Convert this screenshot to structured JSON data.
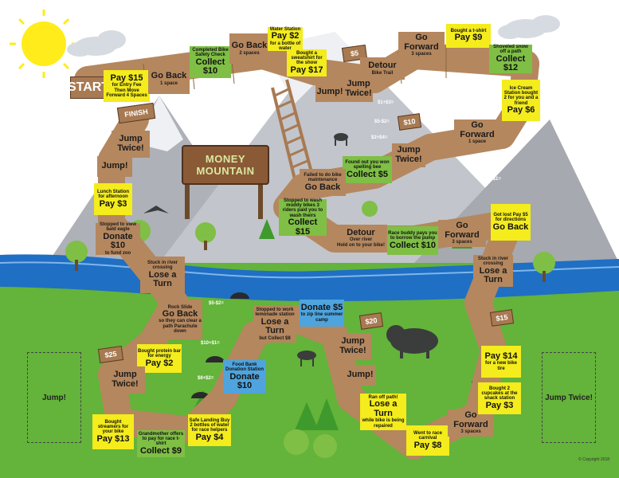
{
  "board": {
    "title_line1": "MONEY",
    "title_line2": "MOUNTAIN",
    "start_label": "START",
    "finish_label": "FINISH",
    "copyright": "© Copyright 2018",
    "jump_box_left": "Jump!",
    "jump_box_right": "Jump Twice!"
  },
  "signs": {
    "s5": "$5",
    "s10": "$10",
    "s20": "$20",
    "s15": "$15",
    "s25": "$25"
  },
  "spaces": {
    "pay15": {
      "big": "Pay $15",
      "small1": "for Entry Fee",
      "small2": "Then Move Forward 4 Spaces"
    },
    "go_back_1": {
      "big": "Go Back",
      "small1": "1 space"
    },
    "bike_check": {
      "small1": "Completed Bike Safety Check",
      "big": "Collect $10"
    },
    "go_back_2": {
      "big": "Go Back",
      "small1": "2 spaces"
    },
    "water_station": {
      "small1": "Water Station",
      "big": "Pay $2",
      "small2": "for a bottle of water"
    },
    "sweatshirt": {
      "small1": "Bought a sweatshirt for the show",
      "big": "Pay $17"
    },
    "jump_twice_top": {
      "big": "Jump Twice!"
    },
    "jump_top": {
      "big": "Jump!"
    },
    "detour_bike": {
      "big": "Detour",
      "small1": "Bike Trail"
    },
    "go_forward_3_top": {
      "big": "Go Forward",
      "small1": "3 spaces"
    },
    "tshirt": {
      "small1": "Bought a t-shirt",
      "big": "Pay $9"
    },
    "shoveled": {
      "small1": "Shoveled snow off a path",
      "big": "Collect $12"
    },
    "ice_cream": {
      "small1": "Ice Cream Station bought 2 for you and a friend",
      "big": "Pay $6"
    },
    "go_forward_1": {
      "big": "Go Forward",
      "small1": "1 space"
    },
    "spelling_bee": {
      "small1": "Found out you won spelling bee",
      "big": "Collect $5"
    },
    "failed_maint": {
      "small1": "Failed to do bike maintenance",
      "big": "Go Back"
    },
    "jump_twice_mid": {
      "big": "Jump Twice!"
    },
    "muddy": {
      "small1": "Stopped to wash muddy bikes 3 riders paid you to wash theirs",
      "big": "Collect $15"
    },
    "detour_river": {
      "big": "Detour",
      "small1": "Over river",
      "small2": "Hold on to your bike!"
    },
    "pump": {
      "small1": "Race buddy pays you to borrow the pump",
      "big": "Collect $10"
    },
    "go_forward_3_mid": {
      "big": "Go Forward",
      "small1": "3 spaces"
    },
    "got_lost": {
      "small1": "Got lost Pay $5 for directions",
      "big": "Go Back"
    },
    "stuck_right": {
      "small1": "Stuck in river crossing",
      "big": "Lose a Turn"
    },
    "finish_jump_twice": {
      "big": "Jump Twice!"
    },
    "jump_left": {
      "big": "Jump!"
    },
    "lunch": {
      "small1": "Lunch Station for afternoon",
      "big": "Pay $3"
    },
    "bold_eagle": {
      "small1": "Stopped to view bald eagle",
      "big": "Donate $10",
      "small2": "to fund zoo"
    },
    "stuck_left": {
      "small1": "Stuck in river crossing",
      "big": "Lose a Turn"
    },
    "rock_slide": {
      "small1": "Rock Slide",
      "big": "Go Back",
      "small2": "so they can clear a path Parachute down"
    },
    "protein_bar": {
      "small1": "Bought protein bar for energy",
      "big": "Pay $2"
    },
    "jump_twice_low": {
      "big": "Jump Twice!"
    },
    "streamers": {
      "small1": "Bought streamers for your bike",
      "big": "Pay $13"
    },
    "grandmother": {
      "small1": "Grandmother offers to pay for race t-shirt",
      "big": "Collect $9"
    },
    "safe_landing": {
      "small1": "Safe Landing Buy 2 bottles of water for race helpers",
      "big": "Pay $4"
    },
    "food_bank": {
      "small1": "Food Bank Donation Station",
      "big": "Donate $10"
    },
    "lemonade": {
      "small1": "Stopped to work lemonade station",
      "big": "Lose a Turn",
      "small2": "but Collect $8"
    },
    "zip_line": {
      "big": "Donate $5",
      "small1": "to zip line summer camp"
    },
    "jump_twice_right": {
      "big": "Jump Twice!"
    },
    "jump_center": {
      "big": "Jump!"
    },
    "ran_off": {
      "small1": "Ran off path!",
      "big": "Lose a Turn",
      "small2": "while bike is being repaired"
    },
    "race_carnival": {
      "small1": "Went to race carnival",
      "big": "Pay $8"
    },
    "go_forward_3_low": {
      "big": "Go Forward",
      "small1": "3 spaces"
    },
    "cupcakes": {
      "small1": "Bought 2 cupcakes at the snack station",
      "big": "Pay $3"
    },
    "bike_tire": {
      "big": "Pay $14",
      "small1": "for a new bike tire"
    }
  },
  "math_notes": {
    "m1": "$1+$3=",
    "m2": "$5-$2=",
    "m3": "$2+$4=",
    "m4": "$4+$5=",
    "m5": "$6-$1=",
    "m6": "$5-$2=",
    "m7": "$10+$1=",
    "m8": "$8+$2="
  },
  "colors": {
    "sky": "#ffffff",
    "mountain": "#b9bcc3",
    "snow": "#eef0f3",
    "grass": "#64b33a",
    "river": "#1f6fc4",
    "path_brown": "#b5875e",
    "space_yellow": "#f4ec1c",
    "space_green": "#7fbf45",
    "space_blue": "#4fa4dd",
    "sun": "#ffec1a"
  }
}
